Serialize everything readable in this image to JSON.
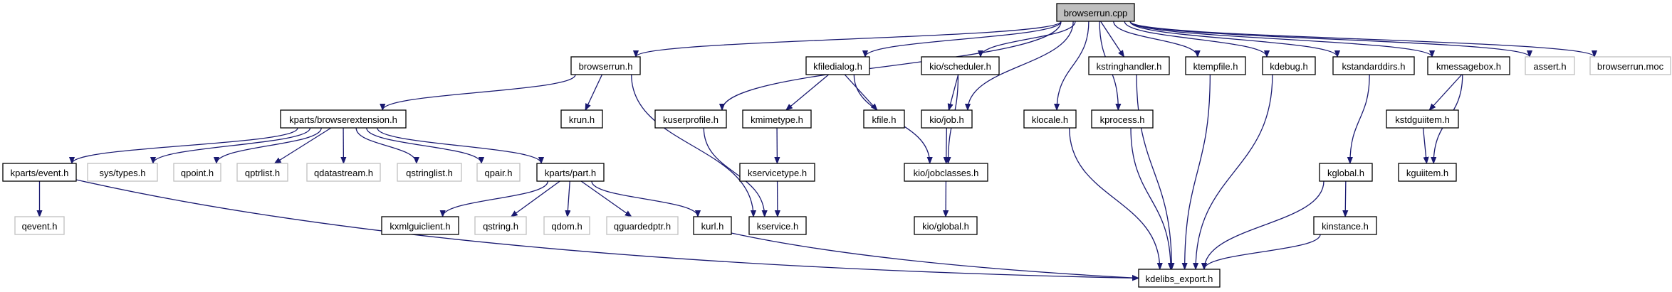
{
  "title": "browserrun.cpp include dependency graph",
  "colors": {
    "edge": "#191970",
    "root_fill": "#bfbfbf",
    "documented_border": "#000000",
    "external_border": "#bfbfbf"
  },
  "nodes": [
    {
      "id": "browserrun_cpp",
      "label": "browserrun.cpp",
      "kind": "root"
    },
    {
      "id": "browserrun_h",
      "label": "browserrun.h",
      "kind": "doc"
    },
    {
      "id": "kfiledialog_h",
      "label": "kfiledialog.h",
      "kind": "doc"
    },
    {
      "id": "kio_scheduler_h",
      "label": "kio/scheduler.h",
      "kind": "doc"
    },
    {
      "id": "kstringhandler_h",
      "label": "kstringhandler.h",
      "kind": "doc"
    },
    {
      "id": "ktempfile_h",
      "label": "ktempfile.h",
      "kind": "doc"
    },
    {
      "id": "kdebug_h",
      "label": "kdebug.h",
      "kind": "doc"
    },
    {
      "id": "kstandarddirs_h",
      "label": "kstandarddirs.h",
      "kind": "doc"
    },
    {
      "id": "kmessagebox_h",
      "label": "kmessagebox.h",
      "kind": "doc"
    },
    {
      "id": "assert_h",
      "label": "assert.h",
      "kind": "ext"
    },
    {
      "id": "browserrun_moc",
      "label": "browserrun.moc",
      "kind": "ext"
    },
    {
      "id": "kparts_browserextension_h",
      "label": "kparts/browserextension.h",
      "kind": "doc"
    },
    {
      "id": "krun_h",
      "label": "krun.h",
      "kind": "doc"
    },
    {
      "id": "kuserprofile_h",
      "label": "kuserprofile.h",
      "kind": "doc"
    },
    {
      "id": "kmimetype_h",
      "label": "kmimetype.h",
      "kind": "doc"
    },
    {
      "id": "kfile_h",
      "label": "kfile.h",
      "kind": "doc"
    },
    {
      "id": "kio_job_h",
      "label": "kio/job.h",
      "kind": "doc"
    },
    {
      "id": "klocale_h",
      "label": "klocale.h",
      "kind": "doc"
    },
    {
      "id": "kprocess_h",
      "label": "kprocess.h",
      "kind": "doc"
    },
    {
      "id": "kstdguiitem_h",
      "label": "kstdguiitem.h",
      "kind": "doc"
    },
    {
      "id": "kparts_event_h",
      "label": "kparts/event.h",
      "kind": "doc"
    },
    {
      "id": "sys_types_h",
      "label": "sys/types.h",
      "kind": "ext"
    },
    {
      "id": "qpoint_h",
      "label": "qpoint.h",
      "kind": "ext"
    },
    {
      "id": "qptrlist_h",
      "label": "qptrlist.h",
      "kind": "ext"
    },
    {
      "id": "qdatastream_h",
      "label": "qdatastream.h",
      "kind": "ext"
    },
    {
      "id": "qstringlist_h",
      "label": "qstringlist.h",
      "kind": "ext"
    },
    {
      "id": "qpair_h",
      "label": "qpair.h",
      "kind": "ext"
    },
    {
      "id": "kparts_part_h",
      "label": "kparts/part.h",
      "kind": "doc"
    },
    {
      "id": "kservicetype_h",
      "label": "kservicetype.h",
      "kind": "doc"
    },
    {
      "id": "kio_jobclasses_h",
      "label": "kio/jobclasses.h",
      "kind": "doc"
    },
    {
      "id": "kglobal_h",
      "label": "kglobal.h",
      "kind": "doc"
    },
    {
      "id": "kguiitem_h",
      "label": "kguiitem.h",
      "kind": "doc"
    },
    {
      "id": "qevent_h",
      "label": "qevent.h",
      "kind": "ext"
    },
    {
      "id": "kxmlguiclient_h",
      "label": "kxmlguiclient.h",
      "kind": "doc"
    },
    {
      "id": "qstring_h",
      "label": "qstring.h",
      "kind": "ext"
    },
    {
      "id": "qdom_h",
      "label": "qdom.h",
      "kind": "ext"
    },
    {
      "id": "qguardedptr_h",
      "label": "qguardedptr.h",
      "kind": "ext"
    },
    {
      "id": "kurl_h",
      "label": "kurl.h",
      "kind": "doc"
    },
    {
      "id": "kservice_h",
      "label": "kservice.h",
      "kind": "doc"
    },
    {
      "id": "kio_global_h",
      "label": "kio/global.h",
      "kind": "doc"
    },
    {
      "id": "kinstance_h",
      "label": "kinstance.h",
      "kind": "doc"
    },
    {
      "id": "kdelibs_export_h",
      "label": "kdelibs_export.h",
      "kind": "doc"
    }
  ],
  "edges": [
    [
      "browserrun_cpp",
      "browserrun_h"
    ],
    [
      "browserrun_cpp",
      "kuserprofile_h"
    ],
    [
      "browserrun_cpp",
      "kfiledialog_h"
    ],
    [
      "browserrun_cpp",
      "kio_job_h"
    ],
    [
      "browserrun_cpp",
      "kio_scheduler_h"
    ],
    [
      "browserrun_cpp",
      "klocale_h"
    ],
    [
      "browserrun_cpp",
      "kprocess_h"
    ],
    [
      "browserrun_cpp",
      "kstringhandler_h"
    ],
    [
      "browserrun_cpp",
      "ktempfile_h"
    ],
    [
      "browserrun_cpp",
      "kdebug_h"
    ],
    [
      "browserrun_cpp",
      "kstandarddirs_h"
    ],
    [
      "browserrun_cpp",
      "kmessagebox_h"
    ],
    [
      "browserrun_cpp",
      "assert_h"
    ],
    [
      "browserrun_cpp",
      "browserrun_moc"
    ],
    [
      "browserrun_h",
      "kparts_browserextension_h"
    ],
    [
      "browserrun_h",
      "krun_h"
    ],
    [
      "browserrun_h",
      "kservice_h"
    ],
    [
      "kparts_browserextension_h",
      "kparts_event_h"
    ],
    [
      "kparts_browserextension_h",
      "sys_types_h"
    ],
    [
      "kparts_browserextension_h",
      "qpoint_h"
    ],
    [
      "kparts_browserextension_h",
      "qptrlist_h"
    ],
    [
      "kparts_browserextension_h",
      "qdatastream_h"
    ],
    [
      "kparts_browserextension_h",
      "qstringlist_h"
    ],
    [
      "kparts_browserextension_h",
      "qpair_h"
    ],
    [
      "kparts_browserextension_h",
      "kparts_part_h"
    ],
    [
      "kparts_event_h",
      "qevent_h"
    ],
    [
      "kparts_event_h",
      "kdelibs_export_h"
    ],
    [
      "kparts_part_h",
      "kxmlguiclient_h"
    ],
    [
      "kparts_part_h",
      "qstring_h"
    ],
    [
      "kparts_part_h",
      "qdom_h"
    ],
    [
      "kparts_part_h",
      "qguardedptr_h"
    ],
    [
      "kparts_part_h",
      "kurl_h"
    ],
    [
      "kurl_h",
      "kdelibs_export_h"
    ],
    [
      "kuserprofile_h",
      "kservice_h"
    ],
    [
      "kfiledialog_h",
      "kmimetype_h"
    ],
    [
      "kfiledialog_h",
      "kfile_h"
    ],
    [
      "kfiledialog_h",
      "kio_jobclasses_h"
    ],
    [
      "kmimetype_h",
      "kservicetype_h"
    ],
    [
      "kservicetype_h",
      "kservice_h"
    ],
    [
      "kio_scheduler_h",
      "kio_job_h"
    ],
    [
      "kio_scheduler_h",
      "kio_jobclasses_h"
    ],
    [
      "kio_job_h",
      "kio_jobclasses_h"
    ],
    [
      "kio_jobclasses_h",
      "kio_global_h"
    ],
    [
      "klocale_h",
      "kdelibs_export_h"
    ],
    [
      "kprocess_h",
      "kdelibs_export_h"
    ],
    [
      "kstringhandler_h",
      "kdelibs_export_h"
    ],
    [
      "ktempfile_h",
      "kdelibs_export_h"
    ],
    [
      "kdebug_h",
      "kdelibs_export_h"
    ],
    [
      "kstandarddirs_h",
      "kglobal_h"
    ],
    [
      "kglobal_h",
      "kinstance_h"
    ],
    [
      "kglobal_h",
      "kdelibs_export_h"
    ],
    [
      "kinstance_h",
      "kdelibs_export_h"
    ],
    [
      "kmessagebox_h",
      "kstdguiitem_h"
    ],
    [
      "kmessagebox_h",
      "kguiitem_h"
    ],
    [
      "kstdguiitem_h",
      "kguiitem_h"
    ]
  ]
}
